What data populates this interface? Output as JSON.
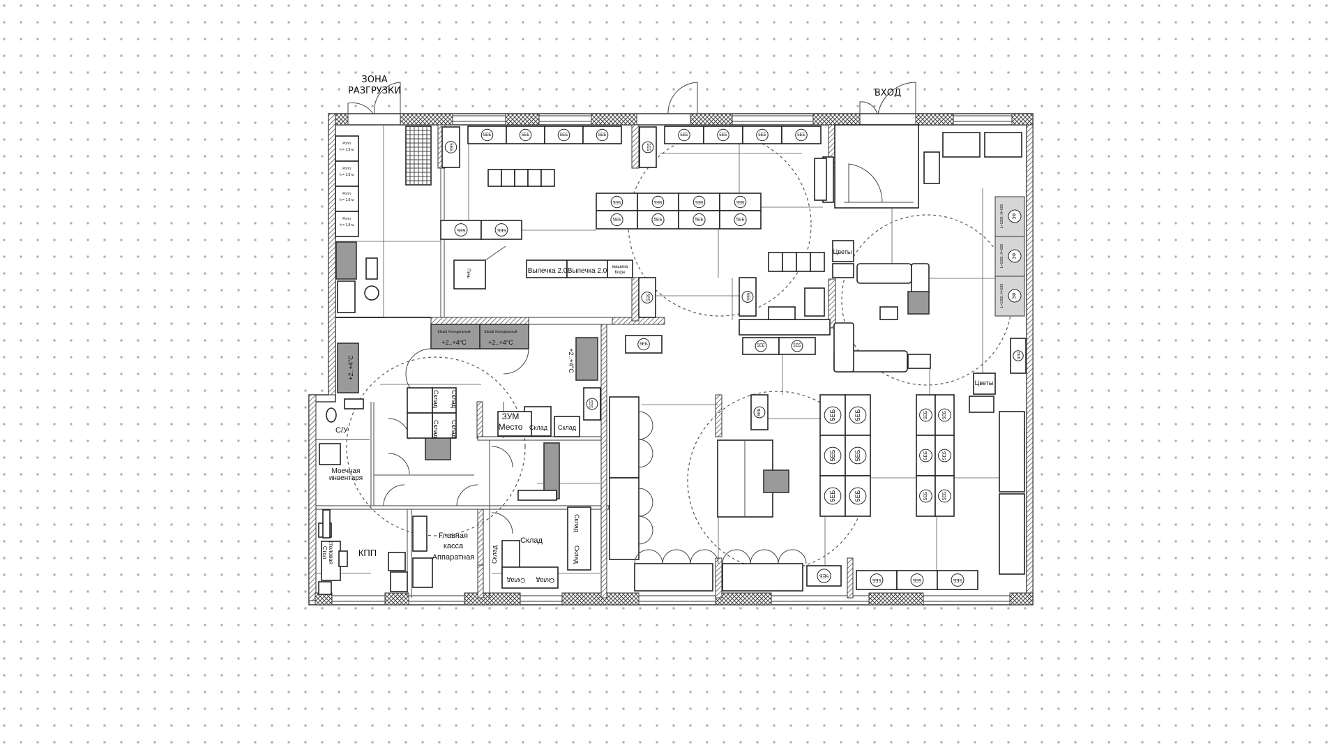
{
  "labels": {
    "unloading_zone_line1": "ЗОНА",
    "unloading_zone_line2": "РАЗГРУЗКИ",
    "entrance": "ВХОД",
    "bakery": "Выпечка 2.0",
    "coffee_machine_line1": "машина",
    "coffee_machine_line2": "Кофе",
    "flowers": "Цветы",
    "wc": "С/У",
    "washroom_line1": "Моечная",
    "washroom_line2": "инвентаря",
    "checkpoint": "КПП",
    "cashroom_line1": "Главная",
    "cashroom_line2": "касса",
    "cashroom_line3": "Аппаратная",
    "zoom_line1": "ЗУМ",
    "zoom_line2": "Место",
    "storage": "Склад",
    "cold_temp": "+2..+4°C",
    "cold_cabinet": "Шкаф Холодильный",
    "rack_line1": "Ролл",
    "rack_line2": "h = 1,8 м",
    "dining_line1": "столовая",
    "dining_line2": "Стол",
    "oven": "Печь",
    "equipment_code": "5ЕБ",
    "fridge_code": "3Ф",
    "fridge_dims": "L=1282, H=665"
  },
  "colors": {
    "background": "#ffffff",
    "grid_dot": "#aaaaaa",
    "line": "#222222",
    "cold_unit_fill": "#9a9a9a",
    "panel_fill": "#d6d6d6"
  }
}
